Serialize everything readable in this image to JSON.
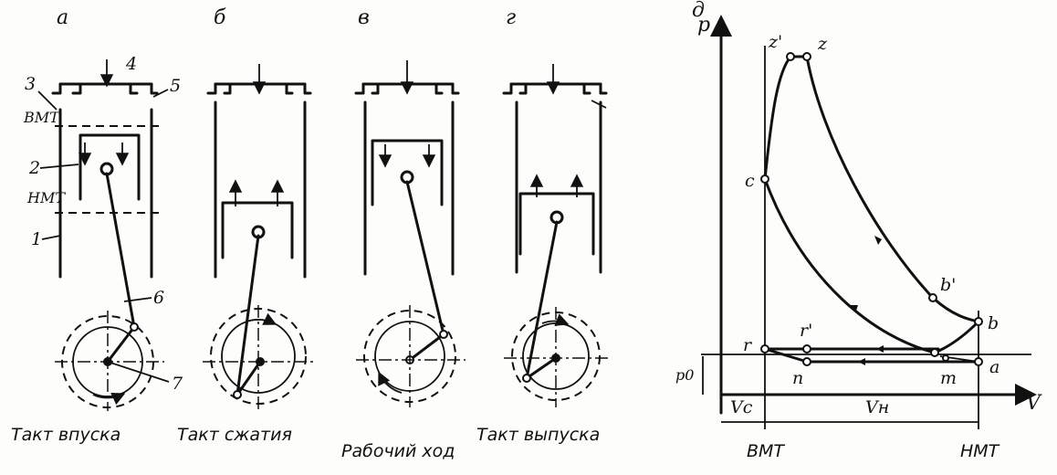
{
  "panels": [
    {
      "letter": "а",
      "caption": "Такт впуска"
    },
    {
      "letter": "б",
      "caption": "Такт сжатия"
    },
    {
      "letter": "в",
      "caption": "Рабочий ход"
    },
    {
      "letter": "г",
      "caption": "Такт выпуска"
    },
    {
      "letter": "д"
    }
  ],
  "engine_labels": {
    "n1": "1",
    "n2": "2",
    "n3": "3",
    "n4": "4",
    "n5": "5",
    "n6": "6",
    "n7": "7",
    "tdc": "ВМТ",
    "bdc": "НМТ"
  },
  "indicator": {
    "axis_p": "p",
    "axis_v": "V",
    "points": {
      "z_prime": "z'",
      "z": "z",
      "c": "c",
      "b_prime": "b'",
      "b": "b",
      "r": "r",
      "r_prime": "r'",
      "n": "n",
      "m": "m",
      "a": "a"
    },
    "p0": "p0",
    "vc": "Vc",
    "vh": "Vн",
    "tdc": "ВМТ",
    "bdc": "НМТ"
  }
}
